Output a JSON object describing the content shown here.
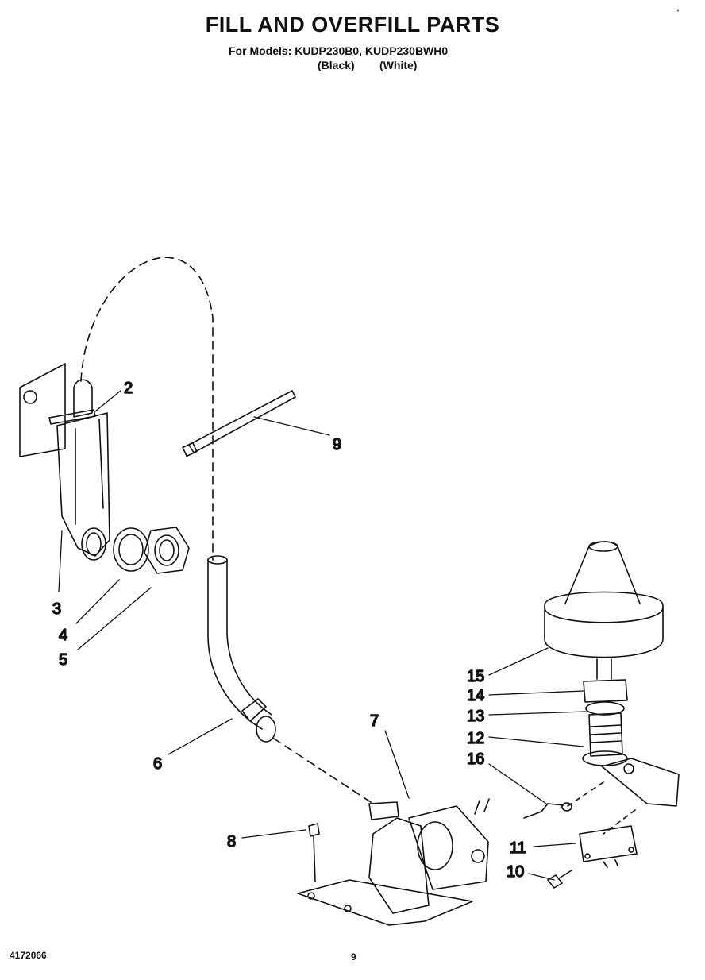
{
  "title": "FILL AND OVERFILL PARTS",
  "models_line": "For Models: KUDP230B0, KUDP230BWH0",
  "variants": [
    "(Black)",
    "(White)"
  ],
  "corner_mark": "*",
  "footer": {
    "doc_number": "4172066",
    "page_number": "9"
  },
  "callouts": {
    "c2": "2",
    "c3": "3",
    "c4": "4",
    "c5": "5",
    "c6": "6",
    "c7": "7",
    "c8": "8",
    "c9": "9",
    "c10": "10",
    "c11": "11",
    "c12": "12",
    "c13": "13",
    "c14": "14",
    "c15": "15",
    "c16": "16"
  }
}
